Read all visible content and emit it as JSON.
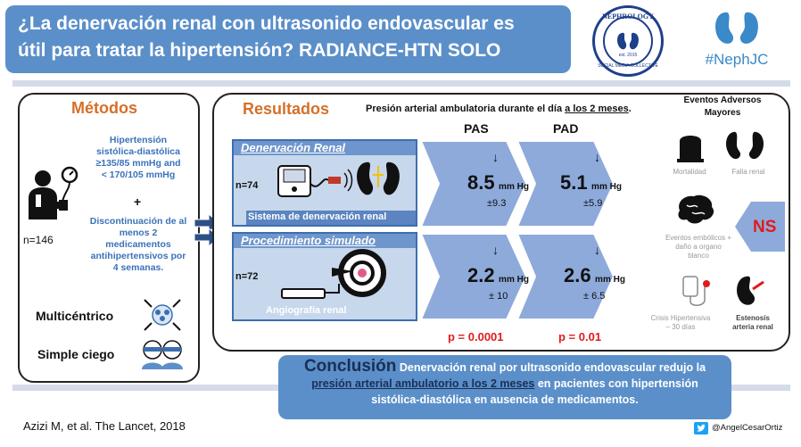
{
  "title": {
    "line1": "¿La denervación renal con ultrasonido endovascular es",
    "line2": "útil para tratar la hipertensión? RADIANCE-HTN  SOLO"
  },
  "logos": {
    "seal_top": "NEPHROLOGY",
    "seal_bottom": "SOCIAL MEDIA COLLECTIVE",
    "seal_year": "est. 2015",
    "hashtag": "#NephJC"
  },
  "methods": {
    "title": "Métodos",
    "criteria_1": [
      "Hipertensión",
      "sistólica-diastólica",
      "≥135/85 mmHg and",
      "< 170/105  mmHg"
    ],
    "plus": "+",
    "criteria_2": [
      "Discontinuación de al",
      "menos 2",
      "medicamentos",
      "antihipertensivos por",
      "4 semanas."
    ],
    "n_total": "n=146",
    "multicentric": "Multicéntrico",
    "single_blind": "Simple ciego"
  },
  "results": {
    "title": "Resultados",
    "header_pre": "Presión arterial ambulatoria durante el día ",
    "header_underlined": "a los 2 meses",
    "header_post": ".",
    "col_pas": "PAS",
    "col_pad": "PAD",
    "group1": {
      "label": "Denervación Renal",
      "n": "n=74",
      "sublabel": "Sistema de denervación  renal",
      "pas_arrow": "↓",
      "pas_value": "8.5",
      "pas_unit": "mm Hg",
      "pas_sd": "±9.3",
      "pad_arrow": "↓",
      "pad_value": "5.1",
      "pad_unit": "mm Hg",
      "pad_sd": "±5.9"
    },
    "group2": {
      "label": "Procedimiento simulado",
      "n": "n=72",
      "sublabel": "Angiografía  renal",
      "pas_arrow": "↓",
      "pas_value": "2.2",
      "pas_unit": "mm Hg",
      "pas_sd": "± 10",
      "pad_arrow": "↓",
      "pad_value": "2.6",
      "pad_unit": "mm Hg",
      "pad_sd": "± 6.5"
    },
    "p_pas": "p = 0.0001",
    "p_pad": "p = 0.01"
  },
  "adverse": {
    "title_1": "Eventos Adversos",
    "title_2": "Mayores",
    "mortality": "Mortalidad",
    "renal_failure": "Falla renal",
    "embolic": [
      "Eventos embólicos +",
      "daño a organo",
      "blanco"
    ],
    "crisis": [
      "Crisis  Hipertensiva",
      "– 30 días"
    ],
    "stenosis": [
      "Estenosis",
      "arteria renal"
    ],
    "ns": "NS"
  },
  "conclusion": {
    "heading": "Conclusión",
    "text_1": " Denervación renal por ultrasonido endovascular redujo la",
    "underlined": "presión arterial ambulatorio a los 2 meses",
    "text_2": " en pacientes con hipertensión",
    "text_3": "sistólica-diastólica en ausencia de medicamentos."
  },
  "footer": {
    "citation": "Azizi M, et al. The Lancet, 2018",
    "twitter": "@AngelCesarOrtiz"
  },
  "colors": {
    "title_bg": "#5b8fc9",
    "accent_orange": "#d4702a",
    "text_blue": "#3a72b8",
    "p_value_red": "#e01b1b",
    "pentagon_fill": "#8eaadb",
    "group_box": "#c7d7ec"
  },
  "icons": [
    "blood-pressure-patient-icon",
    "ultrasound-device-icon",
    "kidney-icon",
    "brain-icon",
    "tombstone-icon",
    "iv-bag-icon",
    "twitter-icon",
    "arrow-icon"
  ]
}
